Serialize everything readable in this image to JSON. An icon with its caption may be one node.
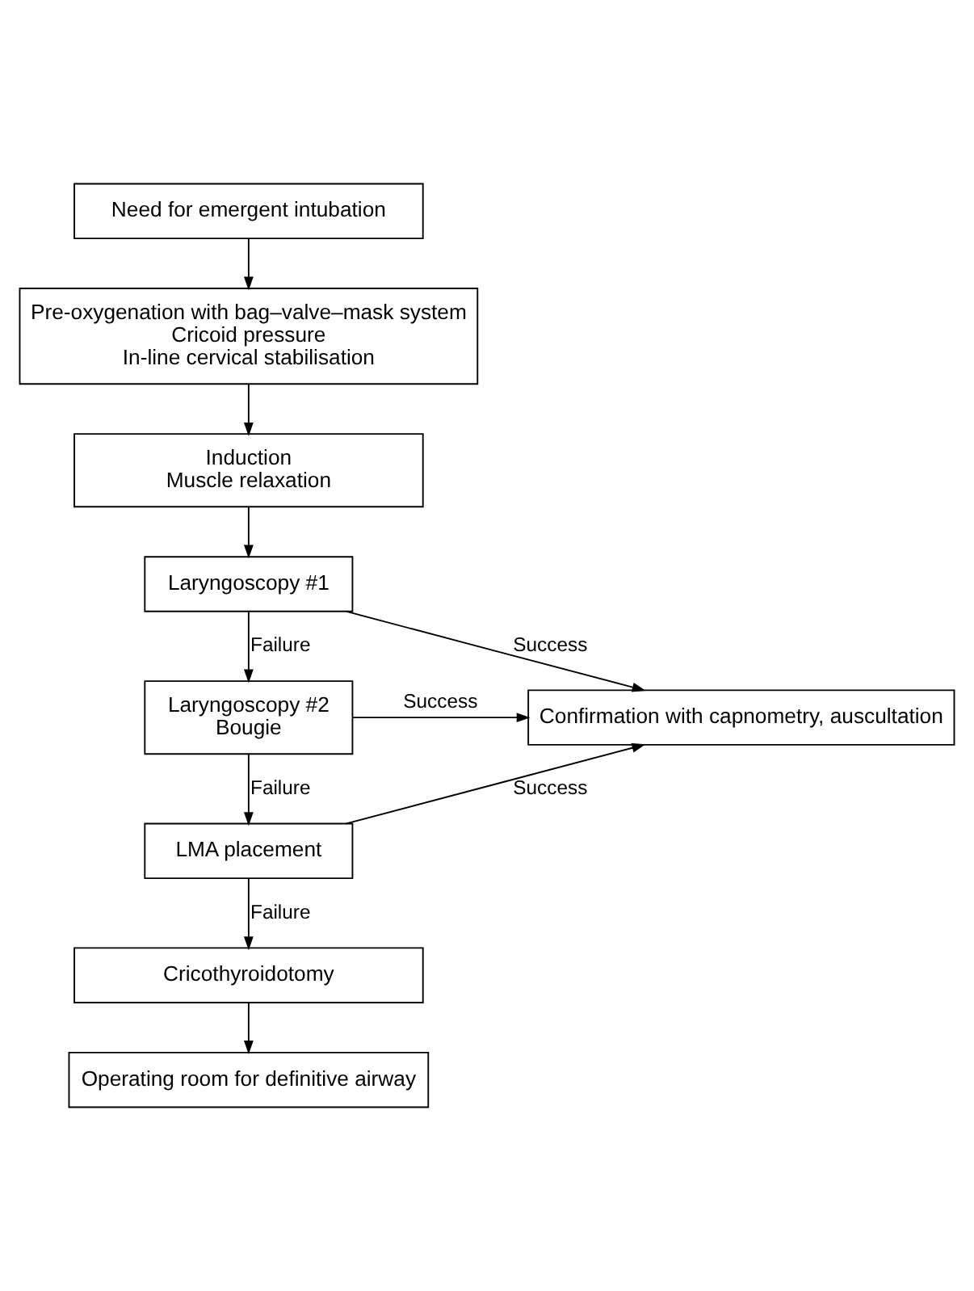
{
  "diagram": {
    "nodes": [
      {
        "text": [
          "Need for emergent intubation"
        ]
      },
      {
        "text": [
          "Pre-oxygenation with bag–valve–mask system",
          "Cricoid pressure",
          "In-line cervical stabilisation"
        ]
      },
      {
        "text": [
          "Induction",
          "Muscle relaxation"
        ]
      },
      {
        "text": [
          "Laryngoscopy #1"
        ]
      },
      {
        "text": [
          "Laryngoscopy #2",
          "Bougie"
        ]
      },
      {
        "text": [
          "LMA placement"
        ]
      },
      {
        "text": [
          "Confirmation with capnometry, auscultation"
        ]
      },
      {
        "text": [
          "Cricothyroidotomy"
        ]
      },
      {
        "text": [
          "Operating room for definitive airway"
        ]
      }
    ],
    "edges": [
      {
        "from": 0,
        "to": 1,
        "arrow": "to"
      },
      {
        "from": 1,
        "to": 2,
        "arrow": "to"
      },
      {
        "from": 2,
        "to": 3,
        "arrow": "to"
      },
      {
        "from": 3,
        "to": 6,
        "arrow": "to",
        "label": "Success"
      },
      {
        "from": 3,
        "to": 4,
        "arrow": "to",
        "label": "Failure"
      },
      {
        "from": 4,
        "to": 6,
        "arrow": "to",
        "label": "Success"
      },
      {
        "from": 4,
        "to": 5,
        "arrow": "to",
        "label": "Failure"
      },
      {
        "from": 5,
        "to": 6,
        "arrow": "to",
        "label": "Success"
      },
      {
        "from": 5,
        "to": 7,
        "arrow": "to",
        "label": "Failure"
      },
      {
        "from": 7,
        "to": 8,
        "arrow": "to"
      }
    ]
  }
}
